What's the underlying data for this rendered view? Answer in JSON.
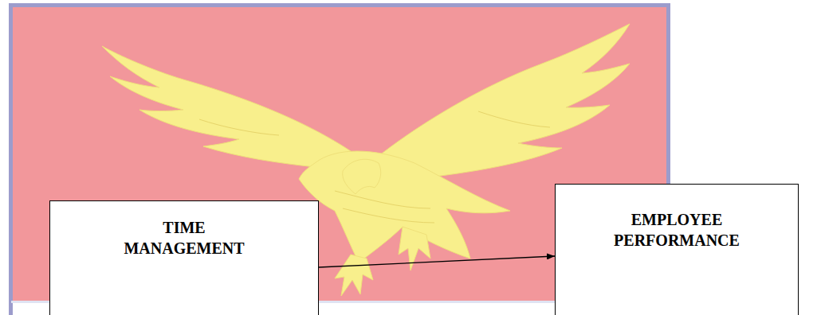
{
  "diagram": {
    "nodes": [
      {
        "text": [
          "TIME MANAGEMENT"
        ]
      },
      {
        "text": [
          "EMPLOYEE PERFORMANCE"
        ]
      }
    ],
    "edges": [
      {
        "from": 0,
        "to": 1,
        "arrow": "to"
      }
    ]
  }
}
